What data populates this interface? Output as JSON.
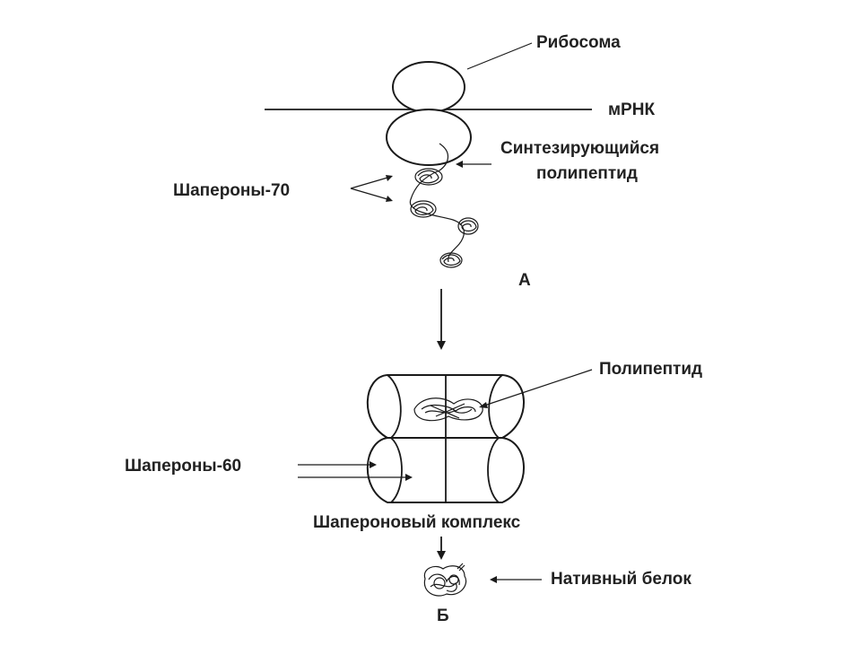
{
  "diagram": {
    "labels": {
      "ribosome": "Рибосома",
      "mrna": "мРНК",
      "synth_line1": "Синтезирующийся",
      "synth_line2": "полипептид",
      "chaperones70": "Шапероны-70",
      "panel_a": "А",
      "polypeptide": "Полипептид",
      "chaperones60": "Шапероны-60",
      "complex": "Шапероновый комплекс",
      "native_protein": "Нативный белок",
      "panel_b": "Б"
    },
    "colors": {
      "ink": "#1a1a1a",
      "text": "#222222",
      "background": "#ffffff"
    }
  }
}
